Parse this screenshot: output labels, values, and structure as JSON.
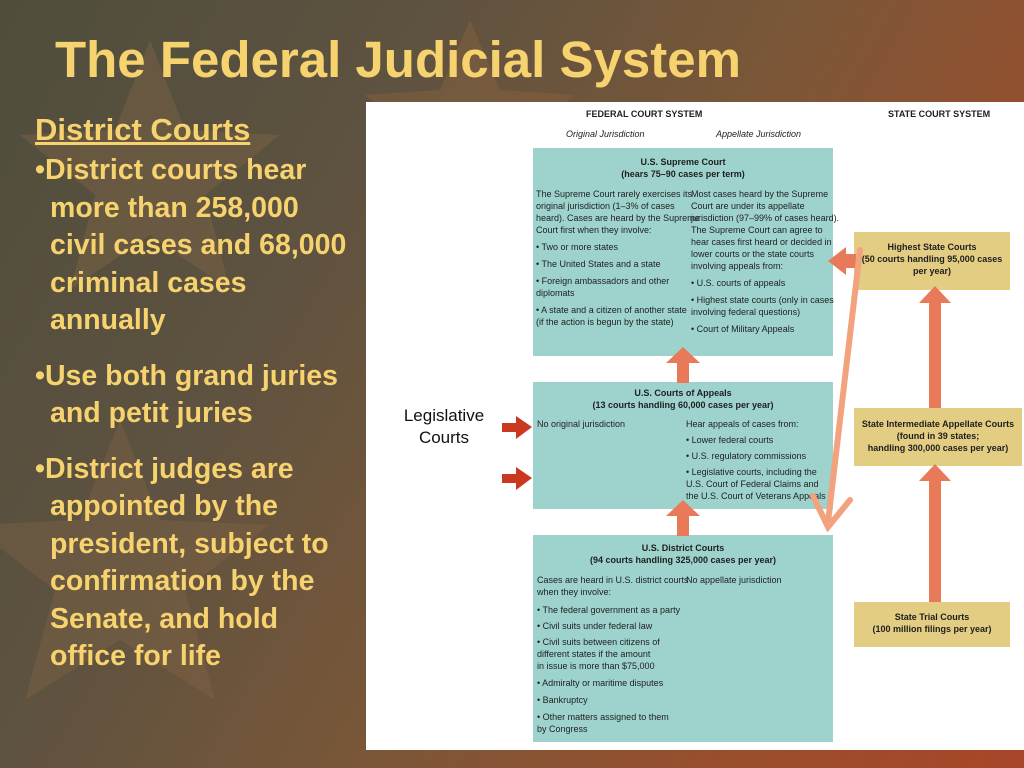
{
  "slide": {
    "title": "The Federal Judicial System",
    "heading": "District Courts",
    "bullets": [
      "•District  courts hear more than 258,000 civil cases and 68,000 criminal cases annually",
      "•Use both grand juries and petit juries",
      "•District judges are appointed by the president, subject to confirmation by the Senate, and hold office for life"
    ]
  },
  "diagram": {
    "federal_header": "FEDERAL COURT SYSTEM",
    "state_header": "STATE COURT SYSTEM",
    "original_label": "Original Jurisdiction",
    "appellate_label": "Appellate Jurisdiction",
    "legislative_label_1": "Legislative",
    "legislative_label_2": "Courts",
    "supreme": {
      "title": "U.S. Supreme Court",
      "subtitle": "(hears 75–90 cases per term)",
      "left": [
        "The Supreme Court rarely exercises its",
        "original jurisdiction (1–3% of cases",
        "heard). Cases are heard by the Supreme",
        "Court first when they involve:",
        "• Two or more states",
        "• The United States and a state",
        "• Foreign ambassadors and other",
        "  diplomats",
        "• A state and a citizen of another state",
        "  (if the action is begun by the state)"
      ],
      "right": [
        "Most cases heard by the Supreme",
        "Court are under its appellate",
        "jurisdiction (97–99% of cases heard).",
        "The Supreme Court can agree to",
        "hear cases first heard or decided in",
        "lower courts or the state courts",
        "involving appeals from:",
        "• U.S. courts of appeals",
        "• Highest state courts (only in cases",
        "  involving federal questions)",
        "• Court of Military Appeals"
      ]
    },
    "appeals": {
      "title": "U.S. Courts of Appeals",
      "subtitle": "(13 courts handling 60,000 cases per year)",
      "left": [
        "No original jurisdiction"
      ],
      "right": [
        "Hear appeals of cases from:",
        "• Lower federal courts",
        "• U.S. regulatory commissions",
        "• Legislative courts, including the",
        "  U.S. Court of Federal Claims and",
        "  the U.S. Court of Veterans Appeals"
      ]
    },
    "district": {
      "title": "U.S. District Courts",
      "subtitle": "(94 courts handling 325,000 cases per year)",
      "left": [
        "Cases are heard in U.S. district courts",
        "when they involve:",
        "• The federal government as a party",
        "• Civil suits under federal law",
        "• Civil suits between citizens of",
        "  different states if the amount",
        "  in issue is more than $75,000",
        "• Admiralty or maritime disputes",
        "• Bankruptcy",
        "• Other matters assigned to them",
        "  by Congress"
      ],
      "right": [
        "No appellate jurisdiction"
      ]
    },
    "highest_state": {
      "lines": [
        "Highest State Courts",
        "(50 courts handling 95,000 cases",
        "per year)"
      ]
    },
    "intermediate_state": {
      "lines": [
        "State Intermediate Appellate Courts",
        "(found in 39 states;",
        "handling 300,000 cases per year)"
      ]
    },
    "trial_state": {
      "lines": [
        "State Trial Courts",
        "(100 million filings per year)"
      ]
    }
  },
  "colors": {
    "title_text": "#f6d36f",
    "federal_box": "#9ed3cd",
    "state_box": "#e3cd82",
    "arrow": "#e87a5a",
    "arrow_dark": "#c9381f",
    "arrow_light": "#f3a27e"
  }
}
